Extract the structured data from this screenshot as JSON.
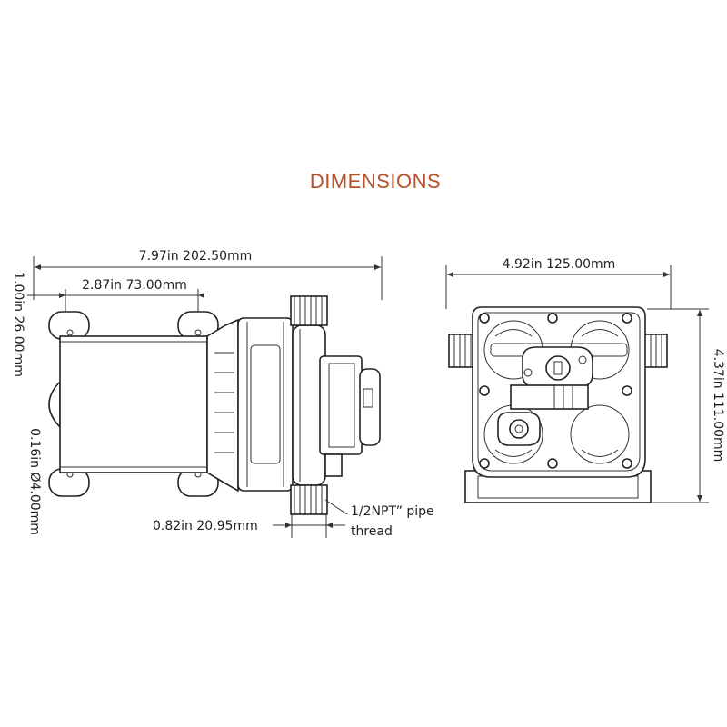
{
  "title": "DIMENSIONS",
  "dimensions": {
    "overall_length": "7.97in  202.50mm",
    "mount_offset": "2.87in  73.00mm",
    "mount_height": "1.00in  26.00mm",
    "hole_diameter": "0.16in  Ø4.00mm",
    "port_length": "0.82in  20.95mm",
    "thread_line1": "1/2NPT” pipe",
    "thread_line2": "thread",
    "width": "4.92in  125.00mm",
    "height": "4.37in  111.00mm"
  },
  "colors": {
    "title": "#b5502b",
    "lines": "#222222"
  }
}
